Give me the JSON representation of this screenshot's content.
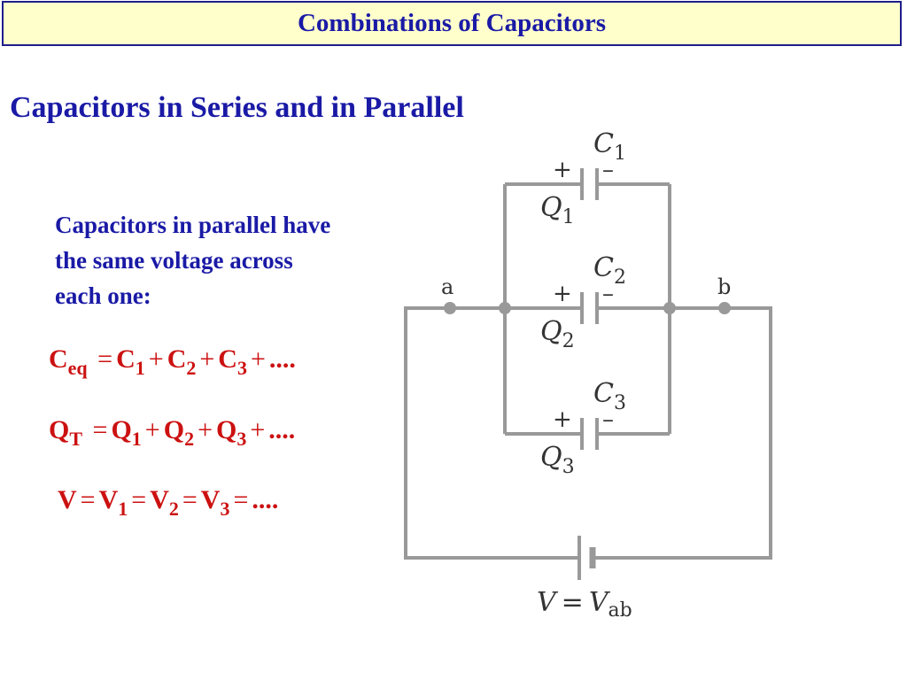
{
  "header": {
    "title": "Combinations of Capacitors"
  },
  "slide": {
    "subtitle": "Capacitors in Series and in Parallel",
    "body_lines": [
      "Capacitors in parallel have",
      "the same voltage across",
      "each one:"
    ]
  },
  "equations": {
    "eq1": {
      "lhs": "C",
      "lhs_sub": "eq",
      "eq": "=",
      "t1": "C",
      "s1": "1",
      "p1": "+",
      "t2": "C",
      "s2": "2",
      "p2": "+",
      "t3": "C",
      "s3": "3",
      "p3": "+",
      "tail": "...."
    },
    "eq2": {
      "lhs": "Q",
      "lhs_sub": "T",
      "eq": "=",
      "t1": "Q",
      "s1": "1",
      "p1": "+",
      "t2": "Q",
      "s2": "2",
      "p2": "+",
      "t3": "Q",
      "s3": "3",
      "p3": "+",
      "tail": "...."
    },
    "eq3": {
      "lhs": "V",
      "eq1": "=",
      "t1": "V",
      "s1": "1",
      "eq2": "=",
      "t2": "V",
      "s2": "2",
      "eq3": "=",
      "t3": "V",
      "s3": "3",
      "eq4": "=",
      "tail": "...."
    }
  },
  "circuit": {
    "node_a": "a",
    "node_b": "b",
    "capacitors": [
      {
        "name": "C",
        "sub": "1",
        "charge": "Q",
        "charge_sub": "1",
        "plus": "+",
        "minus": "–"
      },
      {
        "name": "C",
        "sub": "2",
        "charge": "Q",
        "charge_sub": "2",
        "plus": "+",
        "minus": "–"
      },
      {
        "name": "C",
        "sub": "3",
        "charge": "Q",
        "charge_sub": "3",
        "plus": "+",
        "minus": "–"
      }
    ],
    "battery_label": {
      "v": "V",
      "eq": "=",
      "v2": "V",
      "sub": "ab"
    }
  },
  "colors": {
    "title_bg": "#ffffcc",
    "title_border": "#1e1e8c",
    "title_text": "#1a1aa6",
    "equation_text": "#cc1111",
    "wire": "#999999"
  }
}
